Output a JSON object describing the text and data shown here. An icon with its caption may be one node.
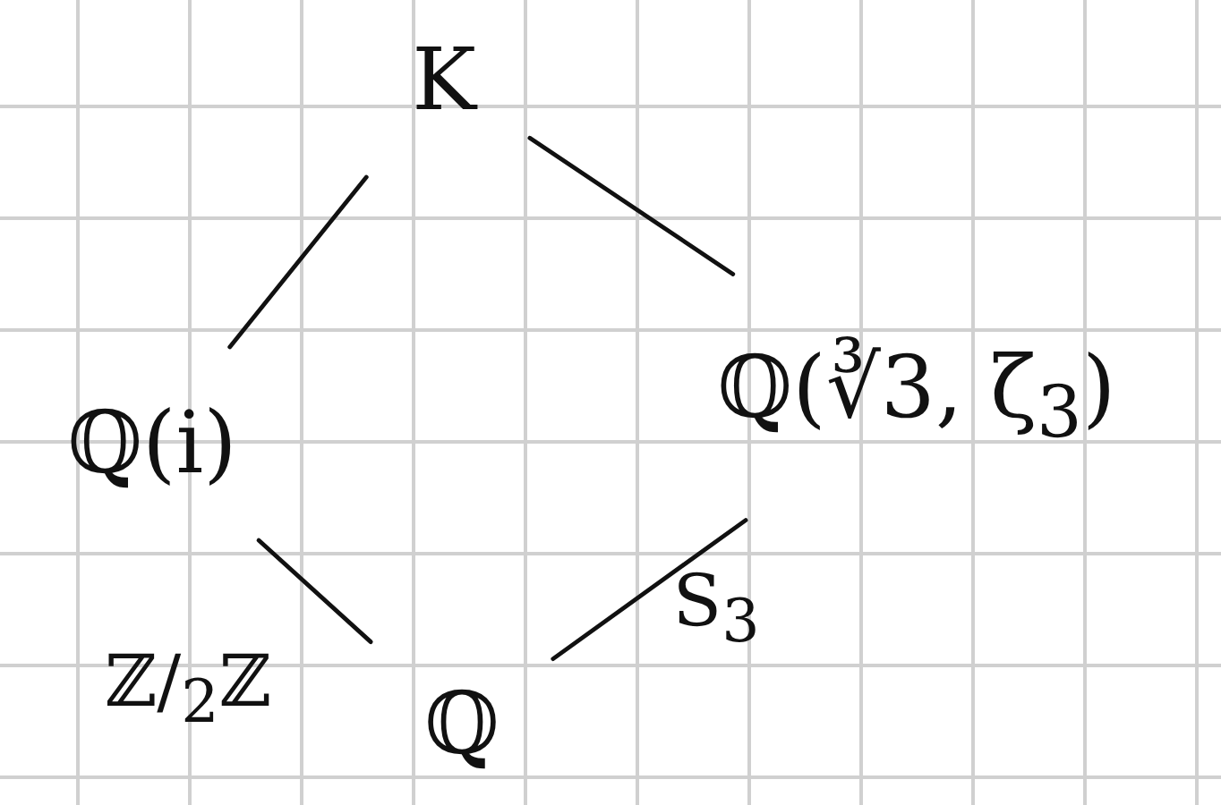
{
  "diagram": {
    "nodes": [
      {
        "text": [
          "K"
        ]
      },
      {
        "text": [
          "ℚ(i)"
        ]
      },
      {
        "text": [
          "ℚ(∛3, ζ$_{3}$)"
        ]
      },
      {
        "text": [
          "ℚ"
        ]
      }
    ],
    "edges": [
      {
        "from": 0,
        "to": 1,
        "arrow": "none"
      },
      {
        "from": 0,
        "to": 2,
        "arrow": "none"
      },
      {
        "from": 3,
        "to": 1,
        "arrow": "none",
        "label": "ℤ/$_{2}$ℤ"
      },
      {
        "from": 3,
        "to": 2,
        "arrow": "none",
        "label": "S$_{3}$"
      }
    ]
  }
}
